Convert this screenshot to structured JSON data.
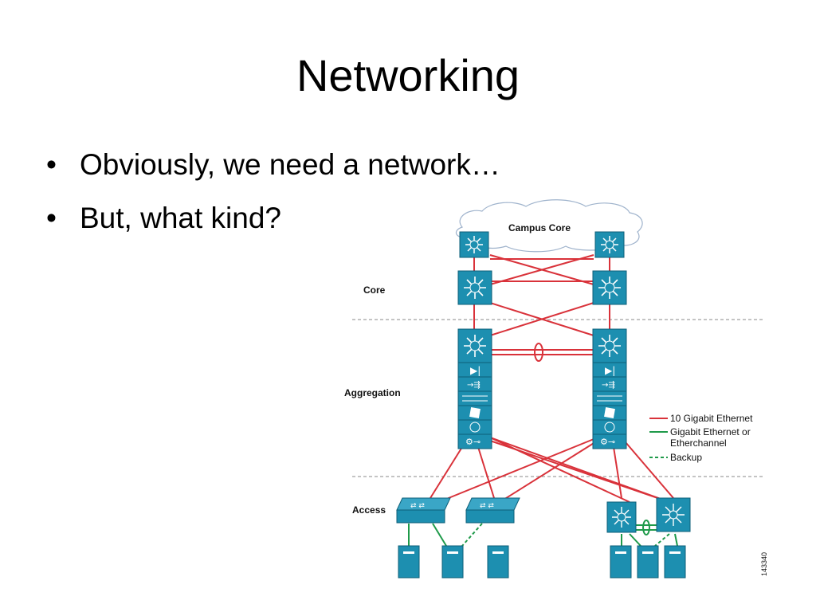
{
  "slide": {
    "title": "Networking",
    "bullets": [
      "Obviously, we need a network…",
      "But, what kind?"
    ]
  },
  "diagram": {
    "cloud_label": "Campus Core",
    "layers": [
      "Core",
      "Aggregation",
      "Access"
    ],
    "legend": [
      "10 Gigabit Ethernet",
      "Gigabit Ethernet or",
      "Etherchannel",
      "Backup"
    ],
    "figure_id": "143340",
    "colors": {
      "ten_gig": "#d9323a",
      "gig": "#1f9a4a",
      "device": "#1d8fb0"
    }
  }
}
